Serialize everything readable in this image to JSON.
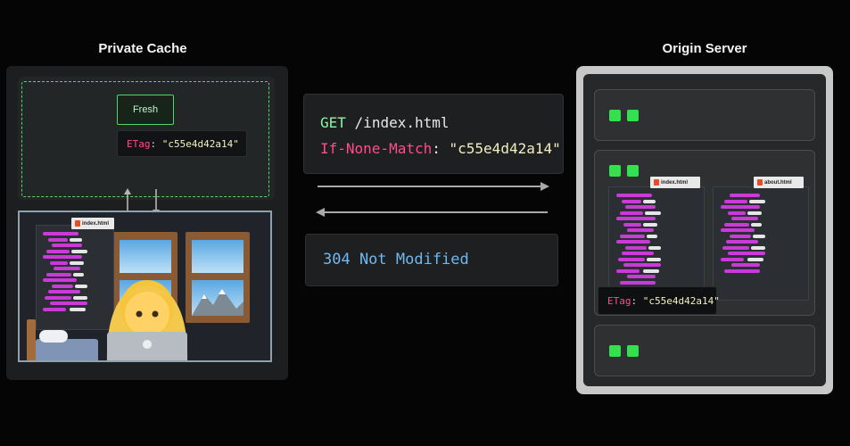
{
  "private_cache": {
    "title": "Private Cache",
    "status_badge": "Fresh",
    "etag": {
      "key": "ETag",
      "value": "\"c55e4d42a14\""
    },
    "code_file": "index.html"
  },
  "request": {
    "method": "GET",
    "path": "/index.html",
    "header_key": "If-None-Match",
    "header_value": "\"c55e4d42a14\""
  },
  "response": {
    "status": "304 Not Modified"
  },
  "origin_server": {
    "title": "Origin Server",
    "files": [
      "index.html",
      "about.html"
    ],
    "etag": {
      "key": "ETag",
      "value": "\"c55e4d42a14\""
    }
  },
  "colors": {
    "led_green": "#33e14f",
    "get_green": "#8cf5a0",
    "header_pink": "#ff4d8a",
    "string_yellow": "#f4efc0",
    "status_blue": "#6fb8f2",
    "code_magenta": "#c93ad8"
  }
}
